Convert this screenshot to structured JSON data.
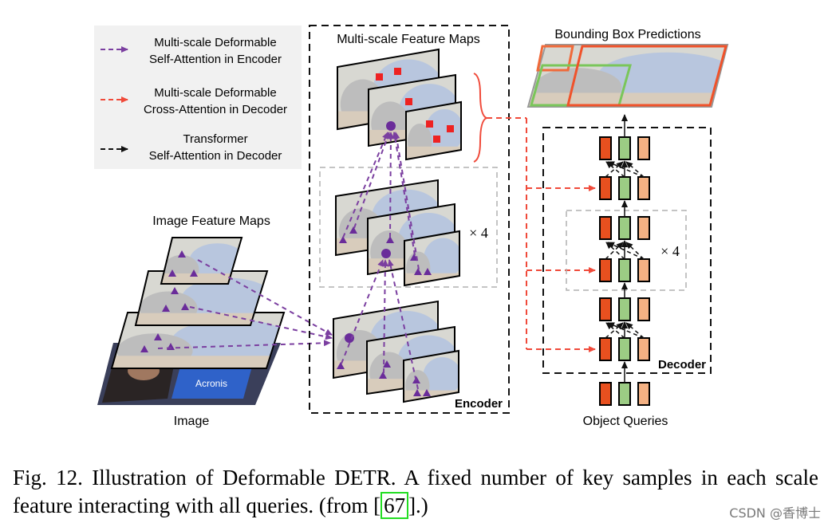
{
  "legend": {
    "items": [
      {
        "line1": "Multi-scale Deformable",
        "line2": "Self-Attention in Encoder",
        "color": "#7b3fa0"
      },
      {
        "line1": "Multi-scale Deformable",
        "line2": "Cross-Attention in Decoder",
        "color": "#f04a3a"
      },
      {
        "line1": "Transformer",
        "line2": "Self-Attention in Decoder",
        "color": "#111111"
      }
    ]
  },
  "labels": {
    "multi_scale_feature_maps": "Multi-scale Feature Maps",
    "bounding_box_predictions": "Bounding Box Predictions",
    "image_feature_maps": "Image Feature Maps",
    "image": "Image",
    "encoder": "Encoder",
    "decoder": "Decoder",
    "object_queries": "Object Queries",
    "encoder_repeat": "× 4",
    "decoder_repeat": "× 4",
    "jersey_text": "Acronis"
  },
  "caption": {
    "prefix": "Fig. 12.  Illustration of Deformable DETR. A fixed number of key samples in each scale feature interacting with all queries. (from [",
    "ref": "67",
    "suffix": "].)"
  },
  "watermark": "CSDN @香博士",
  "colors": {
    "self_attention": "#7b3fa0",
    "cross_attention": "#f04a3a",
    "transformer_attention": "#111111",
    "query_red": "#e8501f",
    "query_green": "#9ccc84",
    "query_orange": "#f4b183",
    "sample_point": "#ee2222"
  }
}
